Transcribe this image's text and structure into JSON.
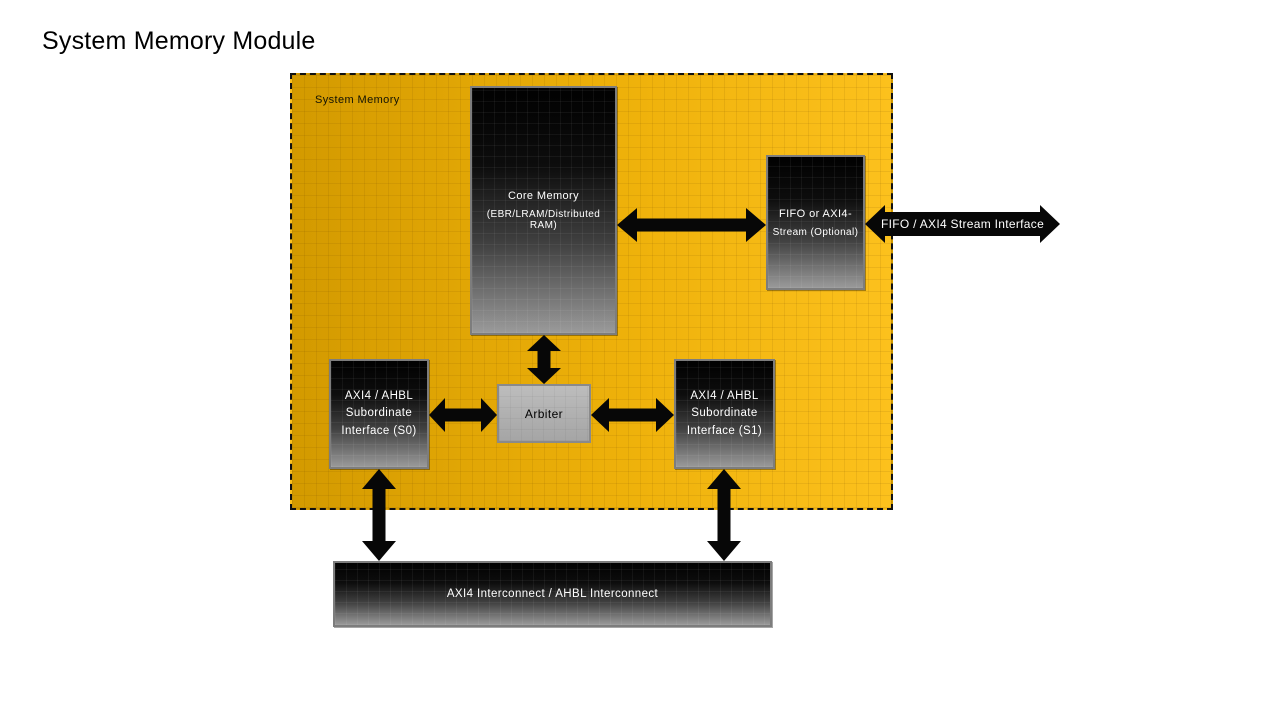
{
  "page": {
    "title": "System Memory Module"
  },
  "diagram": {
    "container_label": "System Memory",
    "blocks": {
      "core_memory": {
        "title": "Core Memory",
        "subtitle": "(EBR/LRAM/Distributed RAM)"
      },
      "fifo": {
        "line1": "FIFO or AXI4-",
        "line2": "Stream (Optional)"
      },
      "arbiter": {
        "label": "Arbiter"
      },
      "s0": {
        "lines": [
          "AXI4 / AHBL",
          "Subordinate",
          "Interface (S0)"
        ]
      },
      "s1": {
        "lines": [
          "AXI4 / AHBL",
          "Subordinate",
          "Interface (S1)"
        ]
      },
      "interconnect": {
        "label": "AXI4 Interconnect / AHBL Interconnect"
      }
    },
    "connectors": {
      "stream_interface_label": "FIFO / AXI4 Stream Interface"
    },
    "colors": {
      "container_fill_left": "#d39a00",
      "container_fill_right": "#fcc11d",
      "container_border": "#111111",
      "dark_block_top": "#010101",
      "dark_block_bottom": "#9a9a9a",
      "dark_block_border": "#7d7d7d",
      "arbiter_fill_top": "#bdbdbd",
      "arbiter_fill_bottom": "#a5a5a5",
      "arrow": "#070707",
      "block_text": "#ffffff",
      "title_text": "#000000"
    }
  }
}
